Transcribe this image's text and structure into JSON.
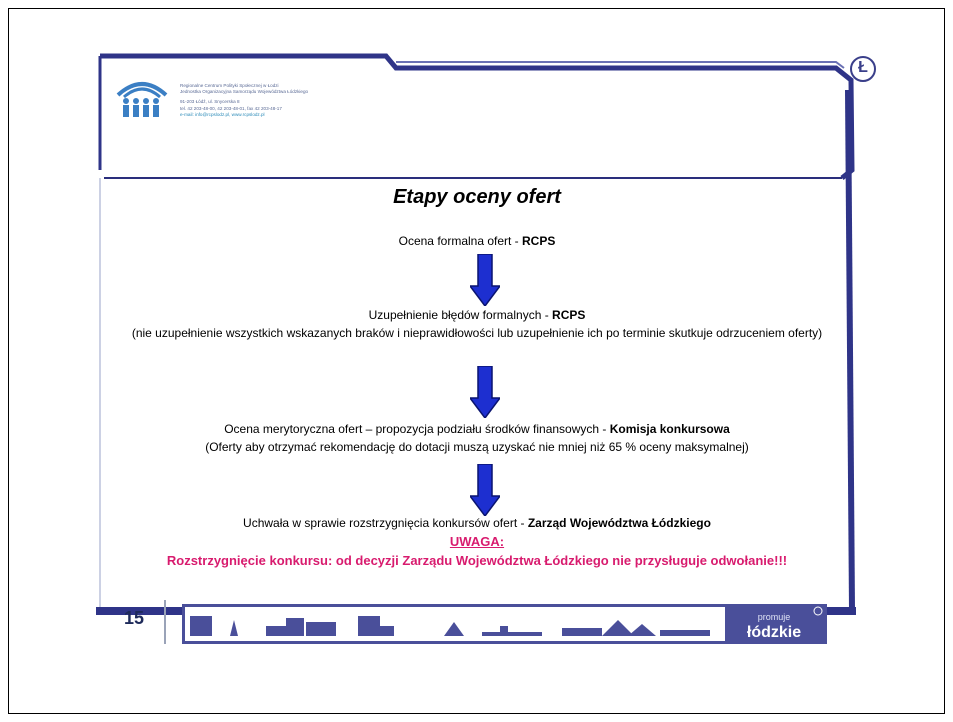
{
  "header": {
    "org_lines": [
      "Regionalne Centrum Polityki Społecznej w Łodzi",
      "Jednostka Organizacyjna Samorządu Województwa Łódzkiego",
      "91-203 Łódź, ul. Snycerska 8",
      "tel. 42 203-48-00, 42 203-48-01, fax 42 203-48-17",
      "e-mail: info@rcpslodz.pl, www.rcpslodz.pl"
    ]
  },
  "title": "Etapy oceny ofert",
  "steps": [
    {
      "text": "Ocena formalna ofert - ",
      "bold": "RCPS"
    },
    {
      "text": "Uzupełnienie błędów formalnych - ",
      "bold": "RCPS",
      "note": "(nie uzupełnienie wszystkich wskazanych braków i nieprawidłowości lub uzupełnienie ich po terminie skutkuje odrzuceniem oferty)"
    },
    {
      "text": "Ocena merytoryczna ofert – propozycja podziału środków finansowych - ",
      "bold": "Komisja konkursowa",
      "note": "(Oferty aby otrzymać rekomendację do dotacji muszą uzyskać nie mniej niż 65 % oceny maksymalnej)"
    },
    {
      "text": "Uchwała w sprawie rozstrzygnięcia konkursów ofert - ",
      "bold": "Zarząd Województwa Łódzkiego"
    }
  ],
  "warning": {
    "heading": "UWAGA:",
    "text": "Rozstrzygnięcie konkursu: od decyzji Zarządu Województwa Łódzkiego nie przysługuje odwołanie!!!"
  },
  "footer": {
    "page_number": "15",
    "promo_small": "promuje",
    "promo_big": "łódzkie"
  },
  "corner_badge": "Ł",
  "colors": {
    "frame_blue": "#2f3488",
    "arrow_blue": "#1d2fd0",
    "warning_pink": "#d81b6e",
    "logo_blue": "#3b7fc4"
  }
}
